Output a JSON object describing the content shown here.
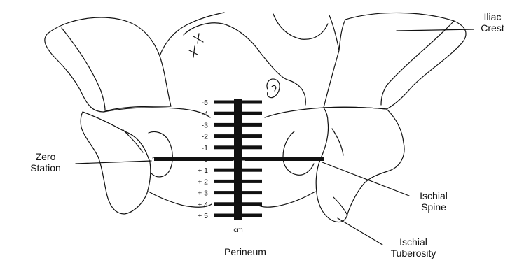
{
  "labels": {
    "iliac_crest": [
      "Iliac",
      "Crest"
    ],
    "zero_station": [
      "Zero",
      "Station"
    ],
    "ischial_spine": [
      "Ischial",
      "Spine"
    ],
    "ischial_tuberosity": [
      "Ischial",
      "Tuberosity"
    ],
    "perineum": "Perineum"
  },
  "station_scale": {
    "values": [
      "-5",
      "-4",
      "-3",
      "-2",
      "-1",
      "0",
      "+ 1",
      "+ 2",
      "+ 3",
      "+ 4",
      "+ 5"
    ],
    "unit": "cm"
  },
  "colors": {
    "ink": "#111111",
    "background": "#ffffff"
  }
}
